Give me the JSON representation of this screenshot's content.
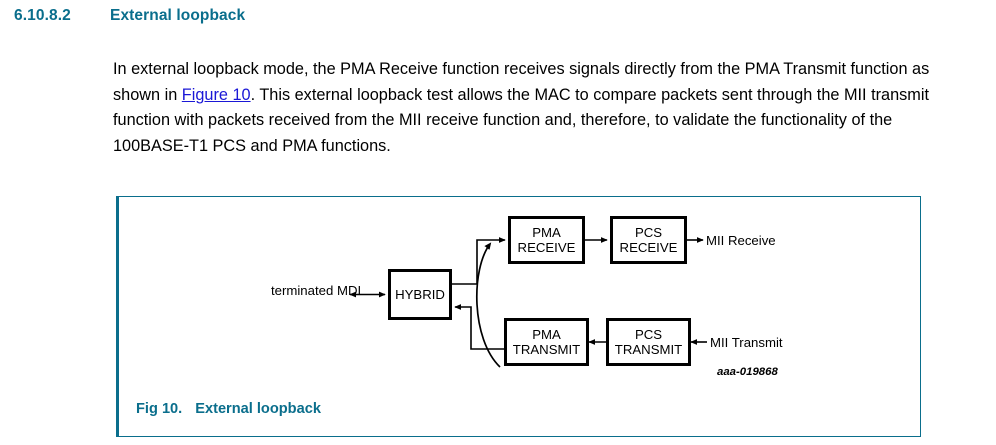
{
  "section": {
    "number": "6.10.8.2",
    "title": "External loopback"
  },
  "paragraph": {
    "part1": "In external loopback mode, the PMA Receive function receives signals directly from the PMA Transmit function as shown in ",
    "link": "Figure 10",
    "part2": ". This external loopback test allows the MAC to compare packets sent through the MII transmit function with packets received from the MII receive function and, therefore, to validate the functionality of the 100BASE-T1 PCS and PMA functions."
  },
  "figure": {
    "caption_number": "Fig 10.",
    "caption_title": "External loopback",
    "figure_id": "aaa-019868",
    "border_color": "#0a6e8c",
    "blocks": [
      {
        "id": "pma-receive",
        "line1": "PMA",
        "line2": "RECEIVE"
      },
      {
        "id": "pcs-receive",
        "line1": "PCS",
        "line2": "RECEIVE"
      },
      {
        "id": "pma-transmit",
        "line1": "PMA",
        "line2": "TRANSMIT"
      },
      {
        "id": "pcs-transmit",
        "line1": "PCS",
        "line2": "TRANSMIT"
      },
      {
        "id": "hybrid",
        "line1": "HYBRID",
        "line2": ""
      }
    ],
    "labels": {
      "terminated_mdi": "terminated MDI",
      "mii_receive": "MII Receive",
      "mii_transmit": "MII Transmit"
    }
  },
  "theme": {
    "accent": "#0a6e8c",
    "link": "#1a17d6",
    "text": "#000000"
  }
}
